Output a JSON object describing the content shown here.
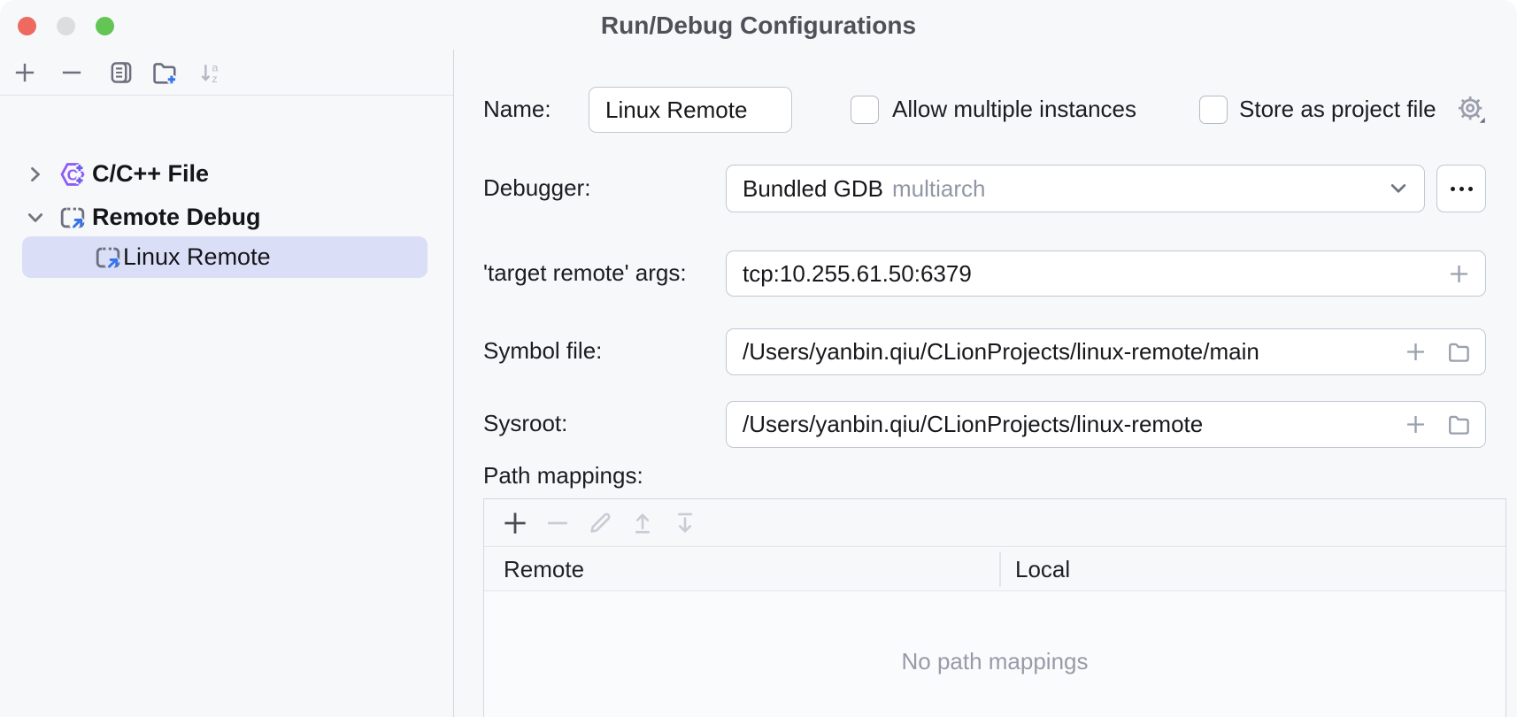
{
  "window": {
    "title": "Run/Debug Configurations"
  },
  "traffic_lights": {
    "close_color": "#ee6a5f",
    "minimize_color": "#dcdddd",
    "zoom_color": "#62c554"
  },
  "colors": {
    "background": "#f7f8fa",
    "selection": "#dbdef7",
    "accent_blue": "#3574f0",
    "icon_purple": "#8f5cf5",
    "field_border": "#c3c7d2",
    "hint_text": "#9197a5"
  },
  "icons": {
    "add": "+",
    "remove": "−",
    "copy": "⧉",
    "new_folder": "🗀+",
    "sort_alphabetically": "↓az",
    "chevron_right": "›",
    "chevron_down": "⌄",
    "cpp_file": "hexagon-C++",
    "remote_debug": "box-arrow-ne",
    "gear": "⚙",
    "more_options": "…",
    "expand_macro": "+",
    "browse_folder": "🗀",
    "edit": "✎",
    "move_up": "↥",
    "move_down": "↧"
  },
  "sidebar": {
    "tree": [
      {
        "label": "C/C++ File",
        "state": "collapsed"
      },
      {
        "label": "Remote Debug",
        "state": "expanded"
      },
      {
        "label": "Linux Remote",
        "state": "selected"
      }
    ]
  },
  "form": {
    "name": {
      "label": "Name:",
      "value": "Linux Remote"
    },
    "allow_multiple": {
      "label": "Allow multiple instances",
      "checked": false
    },
    "store_as_project": {
      "label": "Store as project file",
      "checked": false
    },
    "debugger": {
      "label": "Debugger:",
      "value": "Bundled GDB",
      "hint": "multiarch"
    },
    "target_remote_args": {
      "label": "'target remote' args:",
      "value": "tcp:10.255.61.50:6379"
    },
    "symbol_file": {
      "label": "Symbol file:",
      "value": "/Users/yanbin.qiu/CLionProjects/linux-remote/main"
    },
    "sysroot": {
      "label": "Sysroot:",
      "value": "/Users/yanbin.qiu/CLionProjects/linux-remote"
    },
    "path_mappings": {
      "label": "Path mappings:",
      "columns": [
        "Remote",
        "Local"
      ],
      "empty_text": "No path mappings"
    }
  }
}
